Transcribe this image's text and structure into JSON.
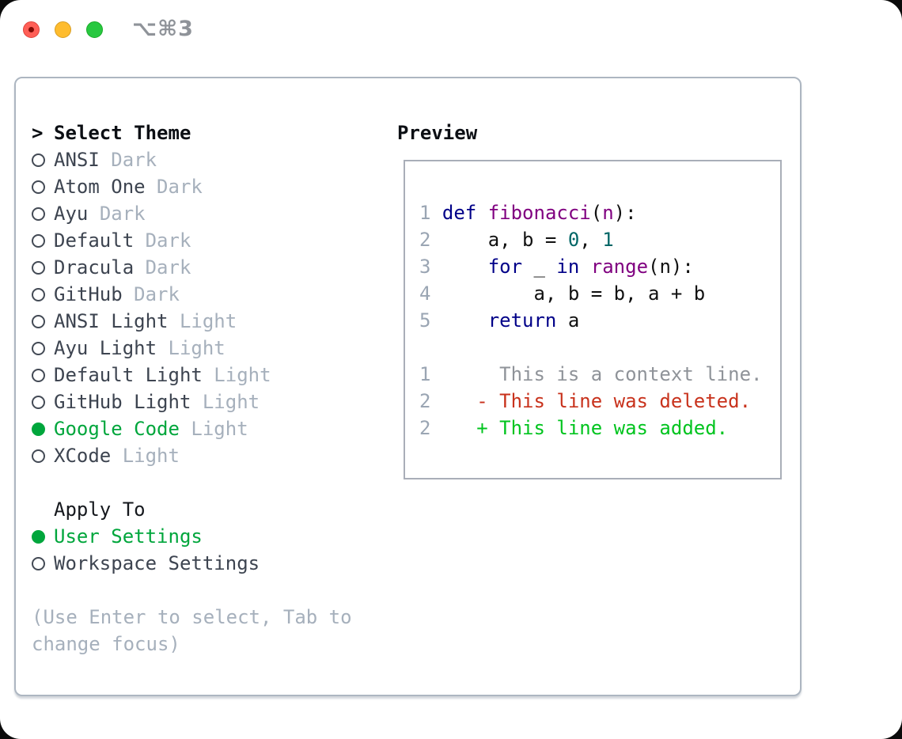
{
  "window": {
    "title": "⌥⌘3",
    "traffic_lights": {
      "close": "close",
      "minimize": "minimize",
      "zoom": "zoom"
    }
  },
  "theme_selector": {
    "header_prefix": ">",
    "header": "Select Theme",
    "themes": [
      {
        "name": "ANSI",
        "variant": "Dark",
        "selected": false
      },
      {
        "name": "Atom One",
        "variant": "Dark",
        "selected": false
      },
      {
        "name": "Ayu",
        "variant": "Dark",
        "selected": false
      },
      {
        "name": "Default",
        "variant": "Dark",
        "selected": false
      },
      {
        "name": "Dracula",
        "variant": "Dark",
        "selected": false
      },
      {
        "name": "GitHub",
        "variant": "Dark",
        "selected": false
      },
      {
        "name": "ANSI Light",
        "variant": "Light",
        "selected": false
      },
      {
        "name": "Ayu Light",
        "variant": "Light",
        "selected": false
      },
      {
        "name": "Default Light",
        "variant": "Light",
        "selected": false
      },
      {
        "name": "GitHub Light",
        "variant": "Light",
        "selected": false
      },
      {
        "name": "Google Code",
        "variant": "Light",
        "selected": true
      },
      {
        "name": "XCode",
        "variant": "Light",
        "selected": false
      }
    ],
    "apply_to": {
      "header": "Apply To",
      "options": [
        {
          "label": "User Settings",
          "selected": true
        },
        {
          "label": "Workspace Settings",
          "selected": false
        }
      ]
    },
    "hint": "(Use Enter to select, Tab to change focus)"
  },
  "preview": {
    "header": "Preview",
    "code_lines": [
      {
        "num": "1",
        "tokens": [
          {
            "t": "def",
            "c": "kw"
          },
          {
            "t": " ",
            "c": "pln"
          },
          {
            "t": "fibonacci",
            "c": "fn"
          },
          {
            "t": "(",
            "c": "pln"
          },
          {
            "t": "n",
            "c": "fn"
          },
          {
            "t": "):",
            "c": "pln"
          }
        ]
      },
      {
        "num": "2",
        "tokens": [
          {
            "t": "    a, b = ",
            "c": "pln"
          },
          {
            "t": "0",
            "c": "lit"
          },
          {
            "t": ", ",
            "c": "pln"
          },
          {
            "t": "1",
            "c": "lit"
          }
        ]
      },
      {
        "num": "3",
        "tokens": [
          {
            "t": "    ",
            "c": "pln"
          },
          {
            "t": "for",
            "c": "kw"
          },
          {
            "t": " _ ",
            "c": "pln"
          },
          {
            "t": "in",
            "c": "kw"
          },
          {
            "t": " ",
            "c": "pln"
          },
          {
            "t": "range",
            "c": "fn"
          },
          {
            "t": "(n):",
            "c": "pln"
          }
        ]
      },
      {
        "num": "4",
        "tokens": [
          {
            "t": "        a, b = b, a + b",
            "c": "pln"
          }
        ]
      },
      {
        "num": "5",
        "tokens": [
          {
            "t": "    ",
            "c": "pln"
          },
          {
            "t": "return",
            "c": "kw"
          },
          {
            "t": " a",
            "c": "pln"
          }
        ]
      }
    ],
    "diff_lines": [
      {
        "num": "1",
        "marker": " ",
        "text": "This is a context line.",
        "cls": "ctx"
      },
      {
        "num": "2",
        "marker": "-",
        "text": "This line was deleted.",
        "cls": "del"
      },
      {
        "num": "2",
        "marker": "+",
        "text": "This line was added.",
        "cls": "add"
      }
    ]
  },
  "colors": {
    "accent_green": "#00a63c",
    "diff_added": "#00c41e",
    "diff_deleted": "#c8321c",
    "diff_context": "#8f9399",
    "keyword": "#000088",
    "function_name": "#800080",
    "literal": "#006666",
    "line_number": "#9aa5b3",
    "muted_text": "#a6b0bc",
    "list_text": "#3d4450",
    "border": "#adb6c1",
    "traffic_red": "#ff5f57",
    "traffic_yellow": "#febc2e",
    "traffic_green": "#28c840"
  }
}
